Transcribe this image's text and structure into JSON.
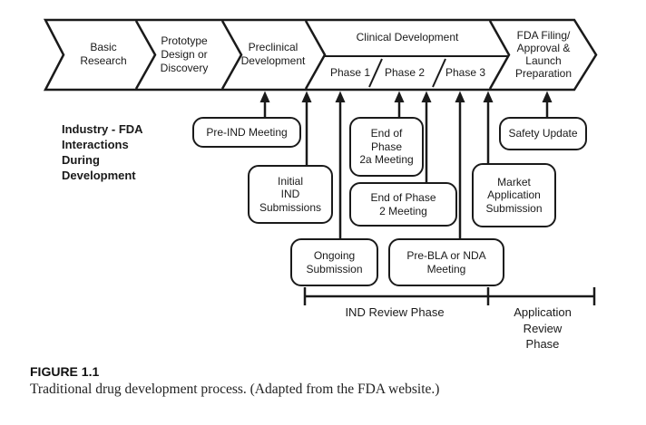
{
  "pipeline": {
    "segments": {
      "basic": "Basic\nResearch",
      "prototype": "Prototype\nDesign or\nDiscovery",
      "preclinical": "Preclinical\nDevelopment",
      "clinical": "Clinical Development",
      "phase1": "Phase 1",
      "phase2": "Phase 2",
      "phase3": "Phase 3",
      "fda": "FDA Filing/\nApproval &\nLaunch\nPreparation"
    }
  },
  "interactions_label": "Industry - FDA\nInteractions\nDuring\nDevelopment",
  "callouts": {
    "pre_ind": "Pre-IND Meeting",
    "initial_ind": "Initial\nIND\nSubmissions",
    "ongoing": "Ongoing\nSubmission",
    "end_of_phase_2a": "End of\nPhase\n2a Meeting",
    "end_of_phase_2": "End of Phase\n2 Meeting",
    "pre_bla": "Pre-BLA or NDA\nMeeting",
    "market_application": "Market\nApplication\nSubmission",
    "safety_update": "Safety Update"
  },
  "timeline": {
    "ind_review": "IND Review Phase",
    "application_review": "Application\nReview\nPhase"
  },
  "caption": {
    "heading": "FIGURE 1.1",
    "text": "Traditional drug development process. (Adapted from the FDA website.)"
  },
  "colors": {
    "ink": "#1a1a1a",
    "background": "#ffffff"
  }
}
